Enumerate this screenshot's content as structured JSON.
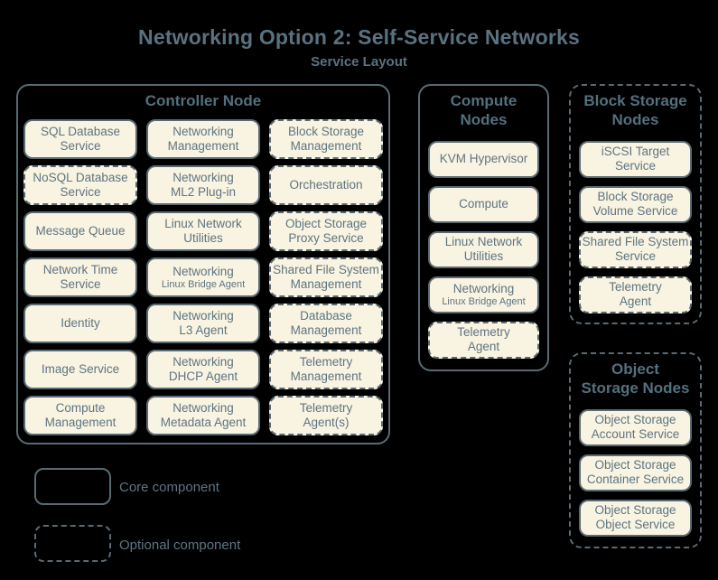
{
  "title": "Networking Option 2: Self-Service Networks",
  "subtitle": "Service Layout",
  "colors": {
    "background": "#000000",
    "box_fill": "#f9f3e1",
    "line": "#5a6a73",
    "label_text": "#5d7583",
    "heading_text": "#53707f"
  },
  "groups": {
    "controller": {
      "title": "Controller Node",
      "style": "core",
      "services": [
        {
          "label": "SQL Database\nService",
          "optional": false
        },
        {
          "label": "Networking\nManagement",
          "optional": false
        },
        {
          "label": "Block Storage\nManagement",
          "optional": true
        },
        {
          "label": "NoSQL Database\nService",
          "optional": true
        },
        {
          "label": "Networking\nML2 Plug-in",
          "optional": false
        },
        {
          "label": "Orchestration",
          "optional": true
        },
        {
          "label": "Message Queue",
          "optional": false
        },
        {
          "label": "Linux Network\nUtilities",
          "optional": false
        },
        {
          "label": "Object Storage\nProxy Service",
          "optional": true
        },
        {
          "label": "Network Time\nService",
          "optional": false
        },
        {
          "label": "Networking",
          "sublabel": "Linux Bridge Agent",
          "optional": false
        },
        {
          "label": "Shared File System\nManagement",
          "optional": true
        },
        {
          "label": "Identity",
          "optional": false
        },
        {
          "label": "Networking\nL3 Agent",
          "optional": false
        },
        {
          "label": "Database\nManagement",
          "optional": true
        },
        {
          "label": "Image Service",
          "optional": false
        },
        {
          "label": "Networking\nDHCP Agent",
          "optional": false
        },
        {
          "label": "Telemetry\nManagement",
          "optional": true
        },
        {
          "label": "Compute\nManagement",
          "optional": false
        },
        {
          "label": "Networking\nMetadata Agent",
          "optional": false
        },
        {
          "label": "Telemetry\nAgent(s)",
          "optional": true
        }
      ]
    },
    "compute": {
      "title": "Compute\nNodes",
      "style": "core",
      "services": [
        {
          "label": "KVM Hypervisor",
          "optional": false
        },
        {
          "label": "Compute",
          "optional": false
        },
        {
          "label": "Linux Network\nUtilities",
          "optional": false
        },
        {
          "label": "Networking",
          "sublabel": "Linux Bridge Agent",
          "optional": false
        },
        {
          "label": "Telemetry\nAgent",
          "optional": true
        }
      ]
    },
    "block_storage": {
      "title": "Block Storage\nNodes",
      "style": "optional",
      "services": [
        {
          "label": "iSCSI Target\nService",
          "optional": false
        },
        {
          "label": "Block Storage\nVolume Service",
          "optional": false
        },
        {
          "label": "Shared File System\nService",
          "optional": true
        },
        {
          "label": "Telemetry\nAgent",
          "optional": true
        }
      ]
    },
    "object_storage": {
      "title": "Object\nStorage Nodes",
      "style": "optional",
      "services": [
        {
          "label": "Object Storage\nAccount Service",
          "optional": false
        },
        {
          "label": "Object Storage\nContainer Service",
          "optional": false
        },
        {
          "label": "Object Storage\nObject Service",
          "optional": false
        }
      ]
    }
  },
  "legend": {
    "core_label": "Core component",
    "optional_label": "Optional component"
  }
}
